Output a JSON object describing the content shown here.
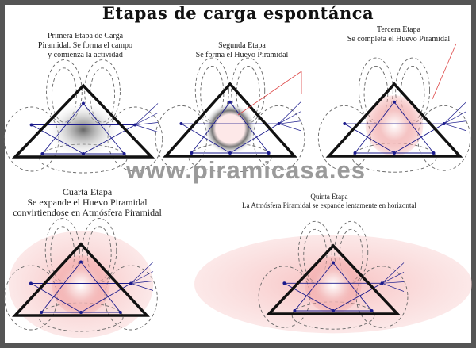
{
  "title": "Etapas de carga espontánca",
  "watermark": "www.piramicasa.es",
  "stages": [
    {
      "line1": "Primera Etapa de Carga",
      "line2": "Piramidal. Se forma el campo",
      "line3": "y comienza la actividad"
    },
    {
      "line1": "Segunda Etapa",
      "line2": "Se forma el Huevo Piramidal"
    },
    {
      "line1": "Tercera Etapa",
      "line2": "Se completa el Huevo Piramidal"
    },
    {
      "line1": "Cuarta Etapa",
      "line2": "Se expande el Huevo Piramidal",
      "line3": "convirtiendose en Atmósfera Piramidal"
    },
    {
      "line1": "Quinta Etapa",
      "line2": "La Atmósfera Piramidal se expande lentamente en horizontal"
    }
  ],
  "colors": {
    "frame": "#555555",
    "field_lines": "#1a1a8c",
    "glow_pink": "#f29a9a",
    "glow_gray": "#777777",
    "watermark": "#9a9a9a"
  }
}
